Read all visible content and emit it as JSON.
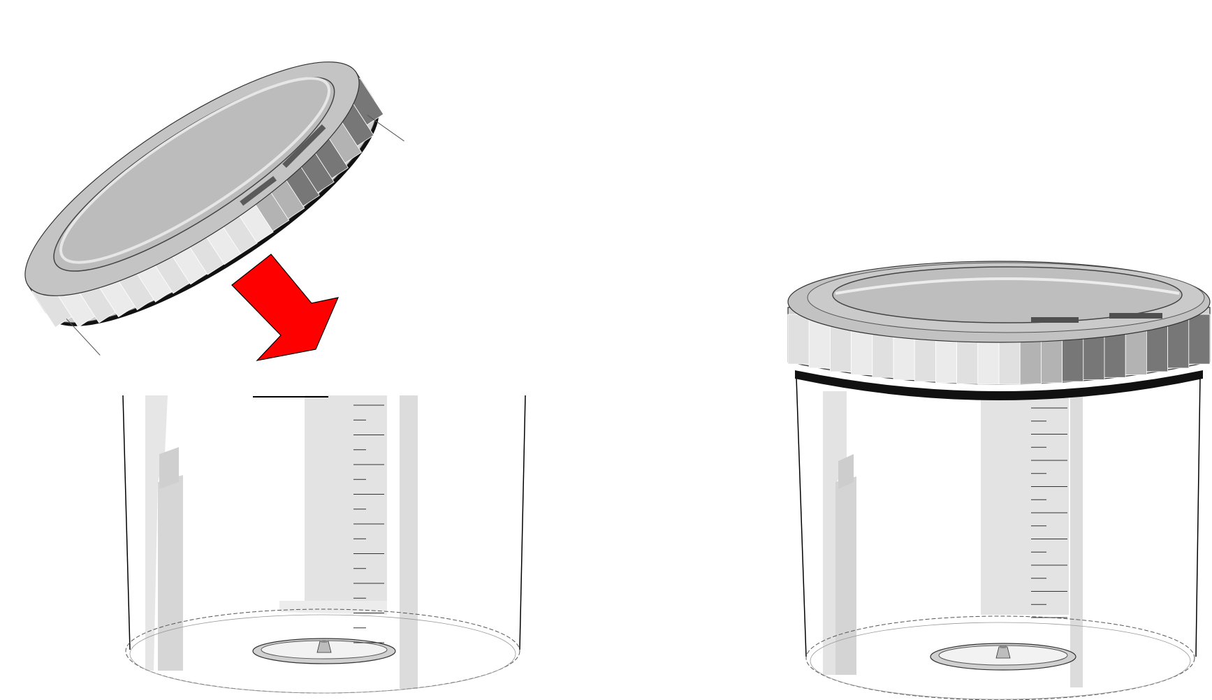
{
  "figure": {
    "panels": [
      {
        "id": "open",
        "parts": [
          "tilted-lid",
          "insert-arrow",
          "open-jar"
        ]
      },
      {
        "id": "closed",
        "parts": [
          "lid",
          "seal-ring",
          "jar"
        ]
      }
    ],
    "graduation_marks": 17,
    "lid_rim_segments": 20,
    "colors": {
      "arrow": "#ff0000",
      "outline": "#000000",
      "lid_top": "#bdbdbd",
      "lid_light": "#e0e0e0",
      "lid_mid": "#b3b3b3",
      "lid_dark": "#777777",
      "seal": "#111111",
      "stripe": "#d9d9d9",
      "stripe_light": "#ebebeb"
    },
    "icons": [
      "down-right-arrow-icon"
    ]
  }
}
